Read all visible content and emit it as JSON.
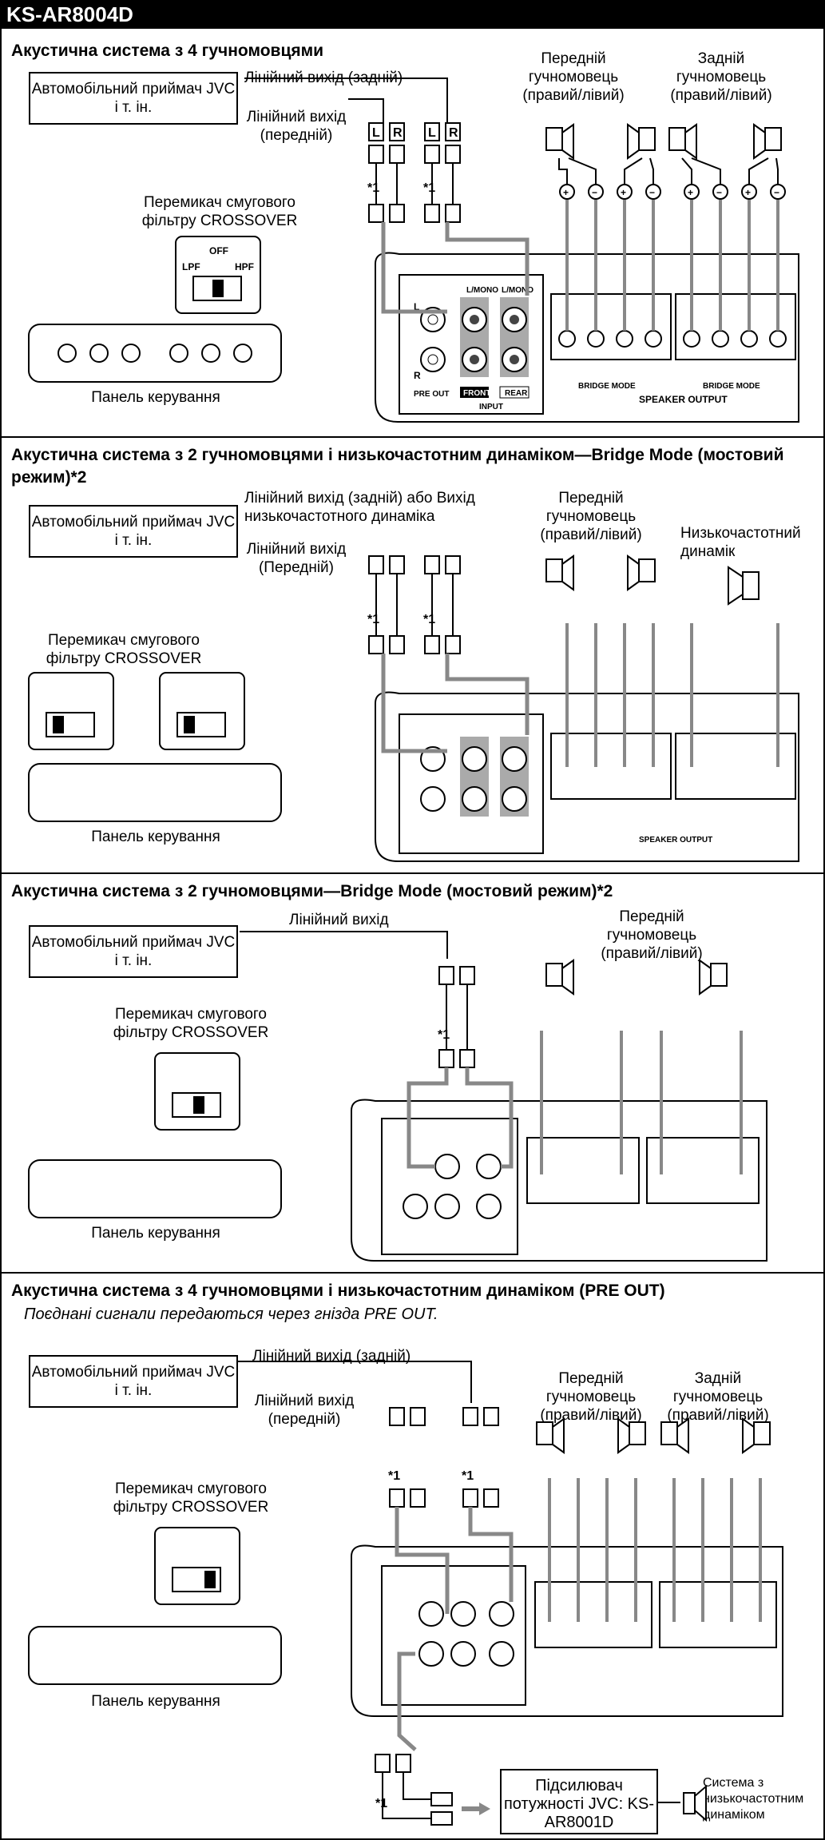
{
  "model": "KS-AR8004D",
  "common": {
    "receiver": "Автомобільний приймач JVC і т. ін.",
    "crossover": "Перемикач смугового фільтру CROSSOVER",
    "panel": "Панель керування",
    "lpf": "LPF",
    "off": "OFF",
    "hpf": "HPF",
    "star1": "*1",
    "plug_l": "L",
    "plug_r": "R",
    "amp_l": "L",
    "amp_r": "R",
    "lmono": "L/MONO",
    "pre_out": "PRE OUT",
    "front": "FRONT",
    "rear": "REAR",
    "input": "INPUT",
    "bridge_mode": "BRIDGE MODE",
    "speaker_output": "SPEAKER OUTPUT",
    "plus": "+",
    "minus": "−"
  },
  "sections": [
    {
      "title": "Акустична система з 4 гучномовцями",
      "line_rear": "Лінійний вихід (задній)",
      "line_front": "Лінійний вихід (передній)",
      "front_spk": "Передній гучномовець (правий/лівий)",
      "rear_spk": "Задній гучномовець (правий/лівий)"
    },
    {
      "title": "Акустична система з 2 гучномовцями і низькочастотним динаміком—Bridge Mode (мостовий режим)*2",
      "line_rear": "Лінійний вихід (задній) або Вихід низькочастотного динаміка",
      "line_front": "Лінійний вихід (Передній)",
      "front_spk": "Передній гучномовець (правий/лівий)",
      "sub_spk": "Низькочастотний динамік"
    },
    {
      "title": "Акустична система з 2 гучномовцями—Bridge Mode (мостовий режим)*2",
      "line_out": "Лінійний вихід",
      "front_spk": "Передній гучномовець (правий/лівий)"
    },
    {
      "title": "Акустична система з 4 гучномовцями і низькочастотним динаміком (PRE OUT)",
      "subtitle": "Поєднані сигнали передаються через гнізда PRE OUT.",
      "line_rear": "Лінійний вихід (задній)",
      "line_front": "Лінійний вихід (передній)",
      "front_spk": "Передній гучномовець (правий/лівий)",
      "rear_spk": "Задній гучномовець (правий/лівий)",
      "amp_box": "Підсилювач потужності JVC: KS-AR8001D",
      "sub_system": "Система з низькочастотним динаміком"
    }
  ]
}
